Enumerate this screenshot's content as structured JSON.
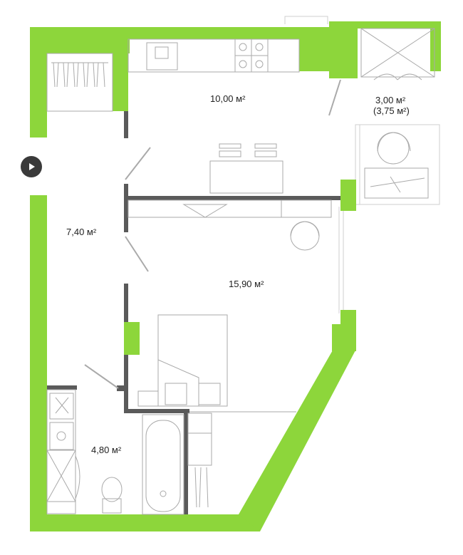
{
  "plan": {
    "colors": {
      "wall": "#8dd63b",
      "partition": "#5a5a5a",
      "fixture_line": "#aaaaaa"
    },
    "rooms": [
      {
        "id": "kitchen",
        "area": "10,00 м²"
      },
      {
        "id": "hall",
        "area": "7,40 м²"
      },
      {
        "id": "bedroom",
        "area": "15,90 м²"
      },
      {
        "id": "bathroom",
        "area": "4,80 м²"
      },
      {
        "id": "balcony",
        "area": "3,00 м²",
        "area_extra": "(3,75 м²)"
      }
    ],
    "entry_icon": "play-arrow-icon"
  }
}
